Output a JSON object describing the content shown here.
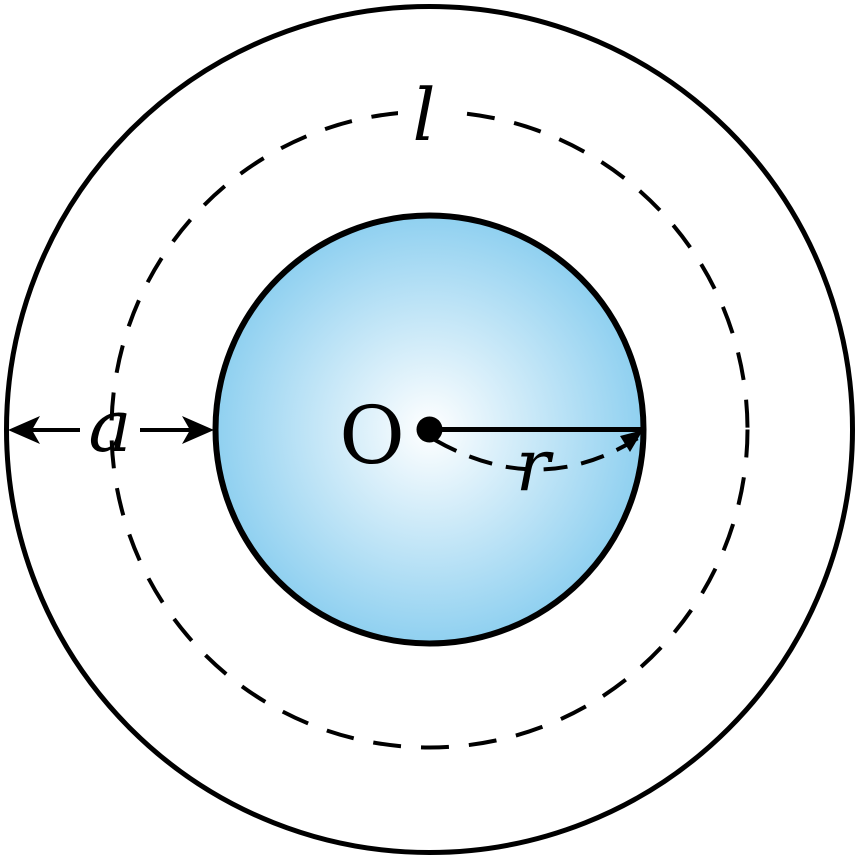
{
  "labels": {
    "center": "O",
    "radius": "r",
    "gap": "a",
    "loop": "l"
  },
  "colors": {
    "stroke": "#000000",
    "fill_center": "#ffffff",
    "fill_edge": "#8fd0f0"
  }
}
